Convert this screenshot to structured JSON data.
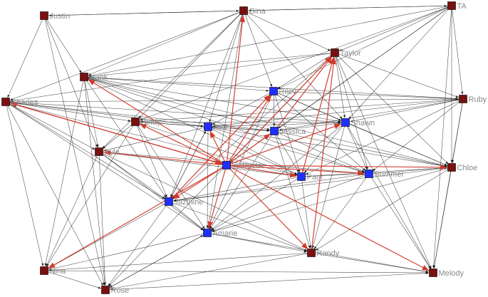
{
  "colors": {
    "background": "#ffffff",
    "edge_default": "#1a1a1a",
    "edge_instructor": "#d0392b",
    "student_node": "#7a1010",
    "highlight_node": "#1f2fff",
    "label": "#8a8a8a"
  },
  "nodes": [
    {
      "id": "justin",
      "label": "Justin",
      "group": "student"
    },
    {
      "id": "gina",
      "label": "Gina",
      "group": "student"
    },
    {
      "id": "ta",
      "label": "TA",
      "group": "student"
    },
    {
      "id": "taylor",
      "label": "Taylor",
      "group": "student"
    },
    {
      "id": "hank",
      "label": "Hank",
      "group": "student"
    },
    {
      "id": "charles",
      "label": "Charles",
      "group": "student"
    },
    {
      "id": "riley",
      "label": "Riley",
      "group": "highlight"
    },
    {
      "id": "ruby",
      "label": "Ruby",
      "group": "student"
    },
    {
      "id": "cindy",
      "label": "Cindy",
      "group": "student"
    },
    {
      "id": "ava",
      "label": "Ava",
      "group": "highlight"
    },
    {
      "id": "jessica",
      "label": "Jessica",
      "group": "highlight"
    },
    {
      "id": "shawn",
      "label": "Shawn",
      "group": "highlight"
    },
    {
      "id": "kyle",
      "label": "Kyle",
      "group": "student"
    },
    {
      "id": "instructor",
      "label": "Instructor",
      "group": "highlight"
    },
    {
      "id": "paul",
      "label": "Paul",
      "group": "highlight"
    },
    {
      "id": "summer",
      "label": "Summer",
      "group": "highlight"
    },
    {
      "id": "chloe",
      "label": "Chloe",
      "group": "student"
    },
    {
      "id": "jazmine",
      "label": "Jazmine",
      "group": "highlight"
    },
    {
      "id": "amarie",
      "label": "Amarie",
      "group": "highlight"
    },
    {
      "id": "randy",
      "label": "Randy",
      "group": "student"
    },
    {
      "id": "nina",
      "label": "Nina",
      "group": "student"
    },
    {
      "id": "melody",
      "label": "Melody",
      "group": "student"
    },
    {
      "id": "rose",
      "label": "Rose",
      "group": "student"
    }
  ],
  "edges": [
    [
      "instructor",
      "charles",
      "instructor"
    ],
    [
      "instructor",
      "cindy",
      "instructor"
    ],
    [
      "instructor",
      "ava",
      "instructor"
    ],
    [
      "instructor",
      "jessica",
      "instructor"
    ],
    [
      "instructor",
      "taylor",
      "instructor"
    ],
    [
      "instructor",
      "riley",
      "instructor"
    ],
    [
      "instructor",
      "shawn",
      "instructor"
    ],
    [
      "instructor",
      "chloe",
      "instructor"
    ],
    [
      "instructor",
      "randy",
      "instructor"
    ],
    [
      "instructor",
      "melody",
      "instructor"
    ],
    [
      "instructor",
      "jazmine",
      "instructor"
    ],
    [
      "instructor",
      "nina",
      "instructor"
    ],
    [
      "instructor",
      "paul",
      "instructor"
    ],
    [
      "instructor",
      "summer",
      "instructor"
    ],
    [
      "instructor",
      "amarie",
      "instructor"
    ],
    [
      "instructor",
      "kyle",
      "instructor"
    ],
    [
      "instructor",
      "hank",
      "instructor"
    ],
    [
      "instructor",
      "gina",
      "instructor"
    ],
    [
      "jessica",
      "taylor",
      "instructor"
    ],
    [
      "paul",
      "taylor",
      "instructor"
    ],
    [
      "randy",
      "taylor",
      "instructor"
    ],
    [
      "jazmine",
      "riley",
      "instructor"
    ],
    [
      "charles",
      "instructor",
      "instructor"
    ],
    [
      "kyle",
      "jazmine",
      "default"
    ],
    [
      "justin",
      "gina",
      "default"
    ],
    [
      "justin",
      "charles",
      "default"
    ],
    [
      "justin",
      "kyle",
      "default"
    ],
    [
      "justin",
      "hank",
      "default"
    ],
    [
      "justin",
      "rose",
      "default"
    ],
    [
      "gina",
      "ta",
      "default"
    ],
    [
      "gina",
      "hank",
      "default"
    ],
    [
      "gina",
      "charles",
      "default"
    ],
    [
      "gina",
      "taylor",
      "default"
    ],
    [
      "gina",
      "riley",
      "default"
    ],
    [
      "gina",
      "shawn",
      "default"
    ],
    [
      "gina",
      "cindy",
      "default"
    ],
    [
      "gina",
      "ava",
      "default"
    ],
    [
      "gina",
      "jazmine",
      "default"
    ],
    [
      "gina",
      "amarie",
      "default"
    ],
    [
      "gina",
      "kyle",
      "default"
    ],
    [
      "gina",
      "justin",
      "default"
    ],
    [
      "ta",
      "taylor",
      "default"
    ],
    [
      "ta",
      "hank",
      "default"
    ],
    [
      "ta",
      "ruby",
      "default"
    ],
    [
      "ta",
      "chloe",
      "default"
    ],
    [
      "ta",
      "melody",
      "default"
    ],
    [
      "ta",
      "riley",
      "default"
    ],
    [
      "ta",
      "shawn",
      "default"
    ],
    [
      "ta",
      "cindy",
      "default"
    ],
    [
      "ta",
      "jessica",
      "default"
    ],
    [
      "ta",
      "instructor",
      "default"
    ],
    [
      "ta",
      "gina",
      "default"
    ],
    [
      "taylor",
      "hank",
      "default"
    ],
    [
      "taylor",
      "ruby",
      "default"
    ],
    [
      "taylor",
      "charles",
      "default"
    ],
    [
      "taylor",
      "riley",
      "default"
    ],
    [
      "taylor",
      "shawn",
      "default"
    ],
    [
      "taylor",
      "paul",
      "default"
    ],
    [
      "taylor",
      "melody",
      "default"
    ],
    [
      "taylor",
      "jazmine",
      "default"
    ],
    [
      "taylor",
      "summer",
      "default"
    ],
    [
      "taylor",
      "chloe",
      "default"
    ],
    [
      "taylor",
      "rose",
      "default"
    ],
    [
      "hank",
      "riley",
      "default"
    ],
    [
      "hank",
      "ruby",
      "default"
    ],
    [
      "hank",
      "jessica",
      "default"
    ],
    [
      "hank",
      "shawn",
      "default"
    ],
    [
      "hank",
      "kyle",
      "default"
    ],
    [
      "hank",
      "rose",
      "default"
    ],
    [
      "hank",
      "jazmine",
      "default"
    ],
    [
      "hank",
      "nina",
      "default"
    ],
    [
      "hank",
      "chloe",
      "default"
    ],
    [
      "hank",
      "summer",
      "default"
    ],
    [
      "hank",
      "paul",
      "default"
    ],
    [
      "charles",
      "cindy",
      "default"
    ],
    [
      "charles",
      "ava",
      "default"
    ],
    [
      "charles",
      "jessica",
      "default"
    ],
    [
      "charles",
      "kyle",
      "default"
    ],
    [
      "charles",
      "nina",
      "default"
    ],
    [
      "charles",
      "rose",
      "default"
    ],
    [
      "charles",
      "jazmine",
      "default"
    ],
    [
      "charles",
      "ruby",
      "default"
    ],
    [
      "charles",
      "paul",
      "default"
    ],
    [
      "charles",
      "amarie",
      "default"
    ],
    [
      "charles",
      "shawn",
      "default"
    ],
    [
      "riley",
      "ruby",
      "default"
    ],
    [
      "riley",
      "jessica",
      "default"
    ],
    [
      "riley",
      "shawn",
      "default"
    ],
    [
      "riley",
      "paul",
      "default"
    ],
    [
      "riley",
      "summer",
      "default"
    ],
    [
      "riley",
      "chloe",
      "default"
    ],
    [
      "riley",
      "ava",
      "default"
    ],
    [
      "riley",
      "amarie",
      "default"
    ],
    [
      "ruby",
      "shawn",
      "default"
    ],
    [
      "ruby",
      "jessica",
      "default"
    ],
    [
      "ruby",
      "chloe",
      "default"
    ],
    [
      "ruby",
      "summer",
      "default"
    ],
    [
      "ruby",
      "ava",
      "default"
    ],
    [
      "ruby",
      "cindy",
      "default"
    ],
    [
      "ruby",
      "paul",
      "default"
    ],
    [
      "ruby",
      "melody",
      "default"
    ],
    [
      "cindy",
      "ava",
      "default"
    ],
    [
      "cindy",
      "jessica",
      "default"
    ],
    [
      "cindy",
      "kyle",
      "default"
    ],
    [
      "cindy",
      "jazmine",
      "default"
    ],
    [
      "cindy",
      "amarie",
      "default"
    ],
    [
      "cindy",
      "shawn",
      "default"
    ],
    [
      "cindy",
      "paul",
      "default"
    ],
    [
      "cindy",
      "nina",
      "default"
    ],
    [
      "ava",
      "jessica",
      "default"
    ],
    [
      "ava",
      "shawn",
      "default"
    ],
    [
      "ava",
      "paul",
      "default"
    ],
    [
      "ava",
      "jazmine",
      "default"
    ],
    [
      "ava",
      "amarie",
      "default"
    ],
    [
      "ava",
      "summer",
      "default"
    ],
    [
      "ava",
      "chloe",
      "default"
    ],
    [
      "ava",
      "kyle",
      "default"
    ],
    [
      "jessica",
      "shawn",
      "default"
    ],
    [
      "jessica",
      "paul",
      "default"
    ],
    [
      "jessica",
      "summer",
      "default"
    ],
    [
      "jessica",
      "chloe",
      "default"
    ],
    [
      "jessica",
      "randy",
      "default"
    ],
    [
      "jessica",
      "amarie",
      "default"
    ],
    [
      "shawn",
      "chloe",
      "default"
    ],
    [
      "shawn",
      "summer",
      "default"
    ],
    [
      "shawn",
      "paul",
      "default"
    ],
    [
      "shawn",
      "randy",
      "default"
    ],
    [
      "shawn",
      "amarie",
      "default"
    ],
    [
      "shawn",
      "melody",
      "default"
    ],
    [
      "kyle",
      "nina",
      "default"
    ],
    [
      "kyle",
      "rose",
      "default"
    ],
    [
      "kyle",
      "amarie",
      "default"
    ],
    [
      "kyle",
      "randy",
      "default"
    ],
    [
      "kyle",
      "paul",
      "default"
    ],
    [
      "kyle",
      "summer",
      "default"
    ],
    [
      "paul",
      "summer",
      "default"
    ],
    [
      "paul",
      "chloe",
      "default"
    ],
    [
      "paul",
      "randy",
      "default"
    ],
    [
      "paul",
      "jazmine",
      "default"
    ],
    [
      "paul",
      "amarie",
      "default"
    ],
    [
      "summer",
      "chloe",
      "default"
    ],
    [
      "summer",
      "melody",
      "default"
    ],
    [
      "summer",
      "randy",
      "default"
    ],
    [
      "summer",
      "jazmine",
      "default"
    ],
    [
      "summer",
      "amarie",
      "default"
    ],
    [
      "chloe",
      "melody",
      "default"
    ],
    [
      "chloe",
      "randy",
      "default"
    ],
    [
      "chloe",
      "amarie",
      "default"
    ],
    [
      "chloe",
      "jazmine",
      "default"
    ],
    [
      "jazmine",
      "amarie",
      "default"
    ],
    [
      "jazmine",
      "nina",
      "default"
    ],
    [
      "jazmine",
      "rose",
      "default"
    ],
    [
      "jazmine",
      "randy",
      "default"
    ],
    [
      "jazmine",
      "ava",
      "default"
    ],
    [
      "amarie",
      "randy",
      "default"
    ],
    [
      "amarie",
      "nina",
      "default"
    ],
    [
      "amarie",
      "rose",
      "default"
    ],
    [
      "amarie",
      "melody",
      "default"
    ],
    [
      "randy",
      "melody",
      "default"
    ],
    [
      "randy",
      "rose",
      "default"
    ],
    [
      "randy",
      "nina",
      "default"
    ],
    [
      "nina",
      "melody",
      "default"
    ],
    [
      "nina",
      "rose",
      "default"
    ],
    [
      "rose",
      "melody",
      "default"
    ],
    [
      "rose",
      "amarie",
      "default"
    ]
  ]
}
